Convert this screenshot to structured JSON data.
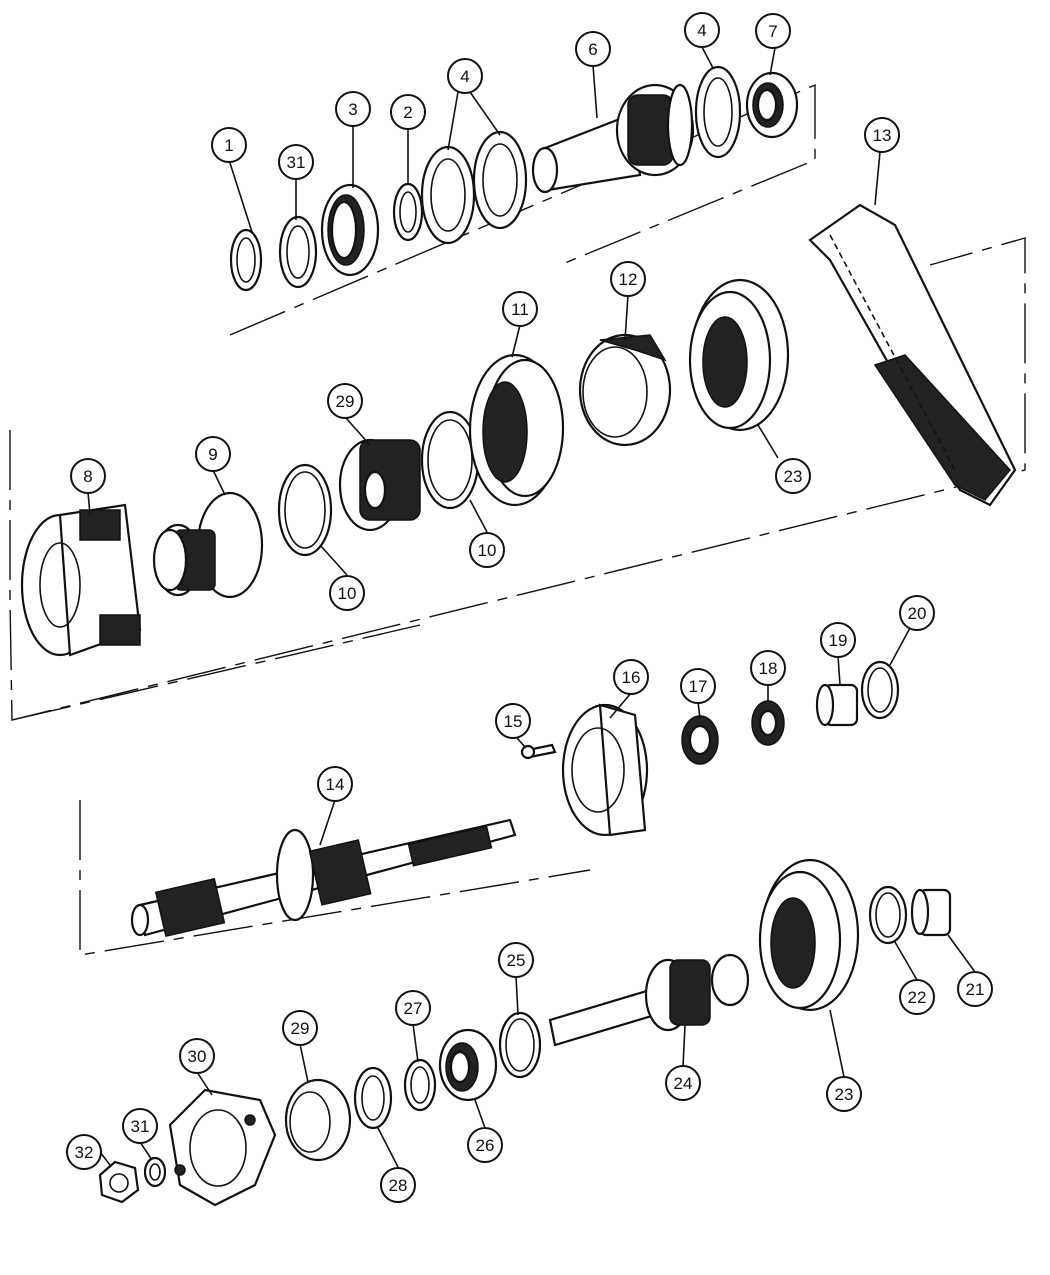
{
  "diagram": {
    "callouts": [
      {
        "id": "c1",
        "label": "1"
      },
      {
        "id": "c31a",
        "label": "31"
      },
      {
        "id": "c3",
        "label": "3"
      },
      {
        "id": "c2",
        "label": "2"
      },
      {
        "id": "c4a",
        "label": "4"
      },
      {
        "id": "c6",
        "label": "6"
      },
      {
        "id": "c4b",
        "label": "4"
      },
      {
        "id": "c7",
        "label": "7"
      },
      {
        "id": "c13",
        "label": "13"
      },
      {
        "id": "c12",
        "label": "12"
      },
      {
        "id": "c11",
        "label": "11"
      },
      {
        "id": "c29a",
        "label": "29"
      },
      {
        "id": "c9",
        "label": "9"
      },
      {
        "id": "c8",
        "label": "8"
      },
      {
        "id": "c23a",
        "label": "23"
      },
      {
        "id": "c10a",
        "label": "10"
      },
      {
        "id": "c10b",
        "label": "10"
      },
      {
        "id": "c16",
        "label": "16"
      },
      {
        "id": "c17",
        "label": "17"
      },
      {
        "id": "c18",
        "label": "18"
      },
      {
        "id": "c19",
        "label": "19"
      },
      {
        "id": "c20",
        "label": "20"
      },
      {
        "id": "c15",
        "label": "15"
      },
      {
        "id": "c14",
        "label": "14"
      },
      {
        "id": "c25",
        "label": "25"
      },
      {
        "id": "c27",
        "label": "27"
      },
      {
        "id": "c29b",
        "label": "29"
      },
      {
        "id": "c30",
        "label": "30"
      },
      {
        "id": "c31b",
        "label": "31"
      },
      {
        "id": "c32",
        "label": "32"
      },
      {
        "id": "c28",
        "label": "28"
      },
      {
        "id": "c26",
        "label": "26"
      },
      {
        "id": "c24",
        "label": "24"
      },
      {
        "id": "c23b",
        "label": "23"
      },
      {
        "id": "c22",
        "label": "22"
      },
      {
        "id": "c21",
        "label": "21"
      }
    ]
  }
}
